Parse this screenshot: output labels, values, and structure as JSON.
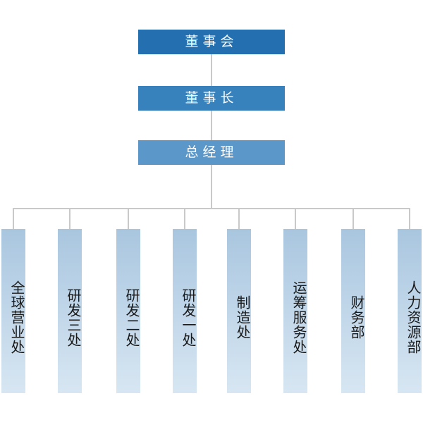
{
  "chart": {
    "board": "董事会",
    "chairman": "董事长",
    "gm": "总经理",
    "colors": {
      "board": "#236faf",
      "chairman": "#3781bd",
      "gm": "#5b97c8",
      "dept_top": "#a9c6df",
      "dept_bottom": "#d7e6f2",
      "connector": "#c9c9c9"
    },
    "departments": [
      "全球营业处",
      "研发三处",
      "研发二处",
      "研发一处",
      "制造处",
      "运筹服务处",
      "财务部",
      "人力资源部"
    ]
  }
}
